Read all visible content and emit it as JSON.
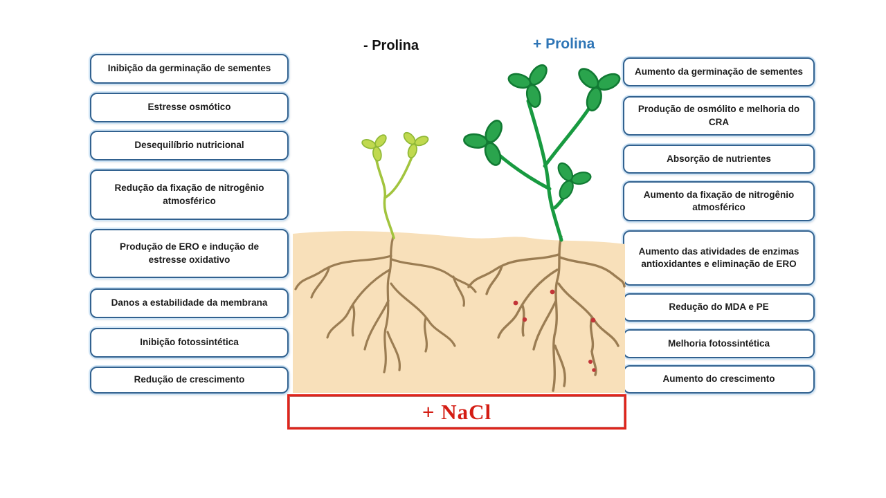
{
  "header": {
    "minus_prolina": "- Prolina",
    "plus_prolina": "+ Prolina"
  },
  "left_column": {
    "items": [
      "Inibição da germinação de sementes",
      "Estresse osmótico",
      "Desequilíbrio nutricional",
      "Redução da fixação de nitrogênio atmosférico",
      "Produção de ERO e indução de estresse oxidativo",
      "Danos a estabilidade da membrana",
      "Inibição fotossintética",
      "Redução de crescimento"
    ]
  },
  "right_column": {
    "items": [
      "Aumento da germinação de sementes",
      "Produção de osmólito e melhoria do CRA",
      "Absorção de nutrientes",
      "Aumento da fixação de nitrogênio atmosférico",
      "Aumento das atividades de enzimas antioxidantes e eliminação de ERO",
      "Redução do MDA e PE",
      "Melhoria fotossintética",
      "Aumento do crescimento"
    ]
  },
  "footer": {
    "nacl_label": "+ NaCl"
  },
  "illustration": {
    "soil": "soil-bed",
    "left_plant": "stunted-seedling",
    "right_plant": "healthy-plant",
    "nodules": "root-nodules"
  },
  "colors": {
    "box_border": "#31618f",
    "box_halo": "#cfe4f5",
    "plus_prolina_text": "#2e75b6",
    "nacl_red": "#d41d14",
    "soil": "#f8e0ba",
    "stunted_stem": "#a2c43e",
    "stunted_leaf": "#c0d94f",
    "healthy_stem": "#189a40",
    "healthy_leaf": "#2aa44d",
    "root_brown": "#9b7d53",
    "nodule_red": "#c23437"
  }
}
